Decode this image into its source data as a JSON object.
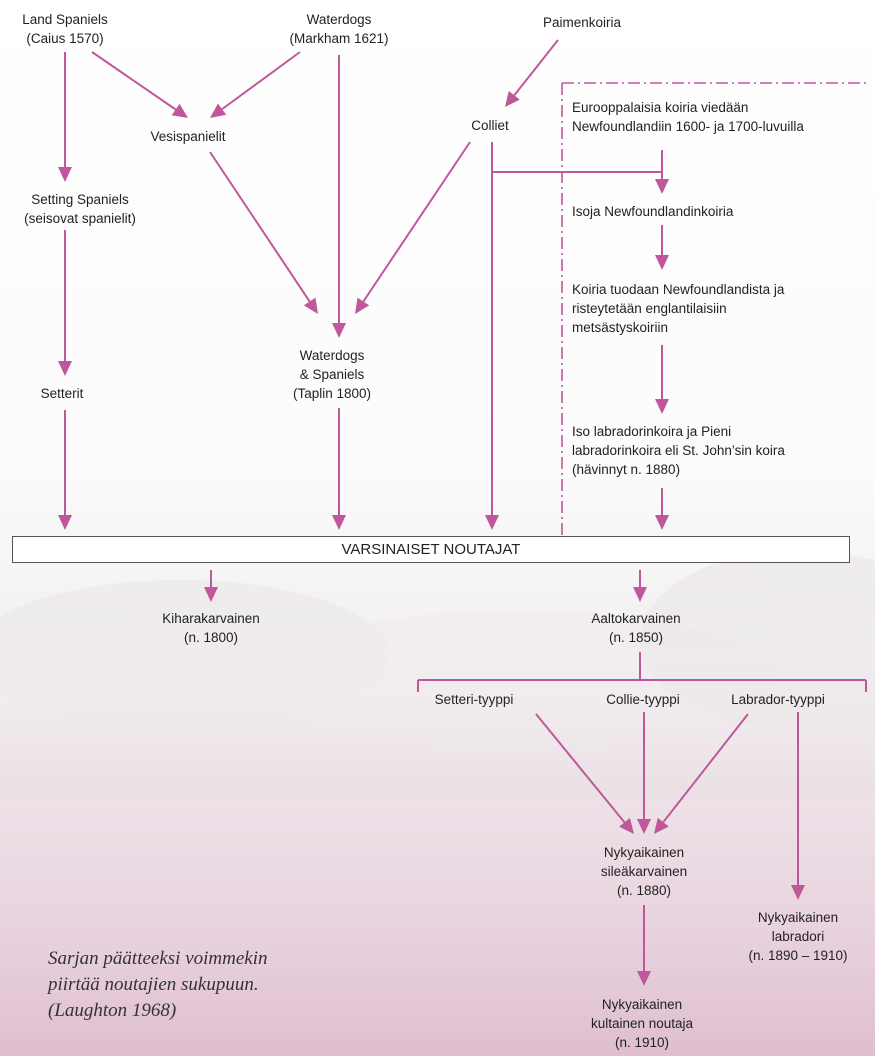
{
  "colors": {
    "arrow": "#c0579b",
    "dashed": "#c0579b",
    "box_border": "#555555"
  },
  "nodes": {
    "land_spaniels": [
      "Land Spaniels",
      "(Caius 1570)"
    ],
    "waterdogs": [
      "Waterdogs",
      "(Markham 1621)"
    ],
    "paimenkoiria": [
      "Paimenkoiria"
    ],
    "vesispanielit": [
      "Vesispanielit"
    ],
    "colliet": [
      "Colliet"
    ],
    "setting_spaniels": [
      "Setting Spaniels",
      "(seisovat spanielit)"
    ],
    "eurooppalaisia": [
      "Eurooppalaisia koiria viedään",
      "Newfoundlandiin 1600- ja 1700-luvuilla"
    ],
    "isoja": [
      "Isoja Newfoundlandinkoiria"
    ],
    "koiria_tuodaan": [
      "Koiria tuodaan Newfoundlandista ja",
      "risteytetään englantilaisiin",
      "metsästyskoiriin"
    ],
    "waterdogs_spaniels": [
      "Waterdogs",
      "& Spaniels",
      "(Taplin 1800)"
    ],
    "setterit": [
      "Setterit"
    ],
    "iso_labradorinkoira": [
      "Iso labradorinkoira ja Pieni",
      "labradorinkoira eli St. John’sin koira",
      "(hävinnyt n. 1880)"
    ],
    "kiharakarvainen": [
      "Kiharakarvainen",
      "(n. 1800)"
    ],
    "aaltokarvainen": [
      "Aaltokarvainen",
      "(n. 1850)"
    ],
    "setteri_tyyppi": [
      "Setteri-tyyppi"
    ],
    "collie_tyyppi": [
      "Collie-tyyppi"
    ],
    "labrador_tyyppi": [
      "Labrador-tyyppi"
    ],
    "sileakarvainen": [
      "Nykyaikainen",
      "sileäkarvainen",
      "(n. 1880)"
    ],
    "labradori": [
      "Nykyaikainen",
      "labradori",
      "(n. 1890 – 1910)"
    ],
    "kultainen": [
      "Nykyaikainen",
      "kultainen noutaja",
      "(n. 1910)"
    ]
  },
  "band_label": "VARSINAISET NOUTAJAT",
  "caption": [
    "Sarjan päätteeksi voimmekin",
    "piirtää noutajien sukupuun.",
    "(Laughton 1968)"
  ]
}
